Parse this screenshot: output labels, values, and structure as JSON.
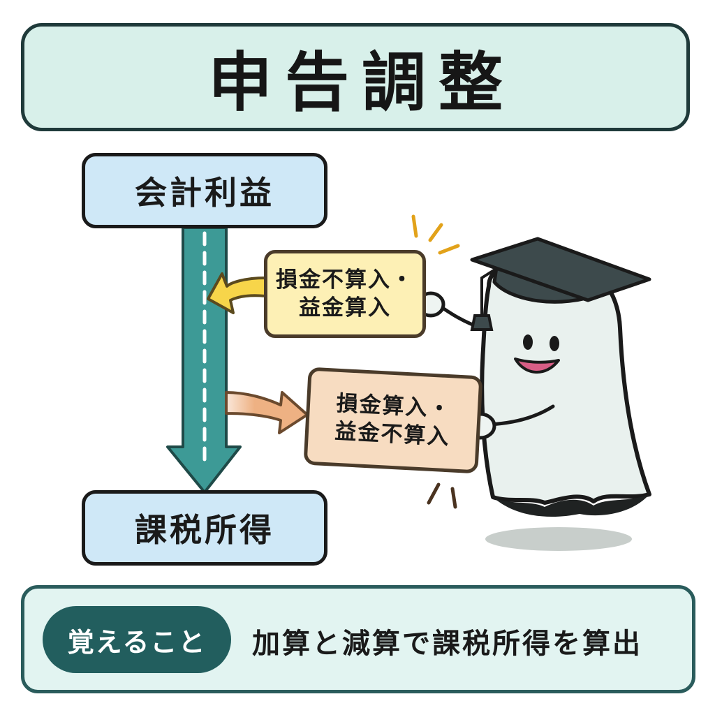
{
  "title": "申告調整",
  "flow": {
    "start_label": "会計利益",
    "end_label": "課税所得"
  },
  "adjustments": {
    "add": {
      "line1": "損金不算入・",
      "line2": "益金算入"
    },
    "subtract": {
      "line1": "損金算入・",
      "line2": "益金不算入"
    }
  },
  "memo": {
    "badge": "覚えること",
    "text": "加算と減算で課税所得を算出"
  },
  "colors": {
    "title_bg": "#d8f0ea",
    "node_bg": "#cfe8f7",
    "main_arrow": "#3d9a96",
    "add_arrow": "#f7d54a",
    "add_card_bg": "#fdf0b5",
    "subtract_arrow": "#eeb183",
    "subtract_card_bg": "#f7dcc1",
    "memo_badge_bg": "#225e5e"
  },
  "icons": {
    "mascot": "ghost-with-graduation-cap-icon",
    "sparkle": "sparkle-lines-icon"
  }
}
